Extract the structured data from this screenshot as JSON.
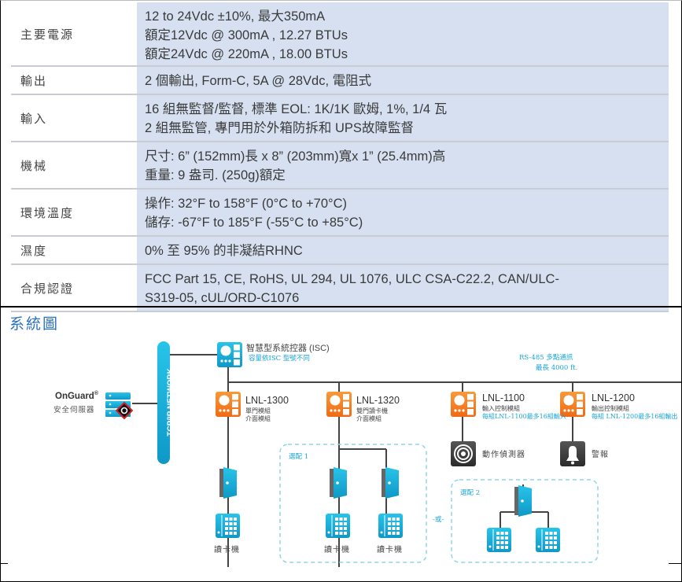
{
  "spec_table": {
    "rows": [
      {
        "label": "主要電源",
        "lines": [
          "12 to 24Vdc ±10%, 最大350mA",
          "額定12Vdc @ 300mA , 12.27 BTUs",
          "額定24Vdc @ 220mA , 18.00 BTUs"
        ]
      },
      {
        "label": "輸出",
        "lines": [
          "2 個輸出, Form-C, 5A @ 28Vdc, 電阻式"
        ]
      },
      {
        "label": "輸入",
        "lines": [
          "16 組無監督/監督, 標準 EOL: 1K/1K 歐姆, 1%, 1/4 瓦",
          "2 組無監管, 專門用於外箱防拆和 UPS故障監督"
        ]
      },
      {
        "label": "機械",
        "lines": [
          "尺寸: 6” (152mm)長 x 8” (203mm)寬x 1” (25.4mm)高",
          " 重量: 9 盎司. (250g)額定"
        ]
      },
      {
        "label": "環境溫度",
        "lines": [
          "操作: 32°F to 158°F (0°C to +70°C)",
          "儲存:  -67°F to 185°F (-55°C to +85°C)"
        ]
      },
      {
        "label": "濕度",
        "lines": [
          "0% 至 95% 的非凝結RHNC"
        ]
      },
      {
        "label": "合規認證",
        "lines": [
          "FCC Part 15, CE, RoHS, UL 294, UL 1076, ULC CSA-C22.2, CAN/ULC-",
          "S319-05, cUL/ORD-C1076"
        ]
      }
    ]
  },
  "diagram": {
    "title": "系統圖",
    "onguard": {
      "name": "OnGuard",
      "reg": "®",
      "subtitle": "安全伺服器",
      "icon": "server-icon"
    },
    "network": {
      "label": "TCP/IP NETWORK"
    },
    "isc": {
      "label": "智慧型系統控器 (ISC)",
      "note": "容量依ISC 型號不同",
      "icon": "controller-icon"
    },
    "rs485": {
      "line1": "RS-485 多點通訊",
      "line2": "最長 4000 ft."
    },
    "modules": [
      {
        "model": "LNL-1300",
        "desc1": "單門模組",
        "desc2": "介面模組",
        "note": ""
      },
      {
        "model": "LNL-1320",
        "desc1": "雙門讀卡機",
        "desc2": "介面模組",
        "note": ""
      },
      {
        "model": "LNL-1100",
        "desc1": "輸入控制模組",
        "desc2": "",
        "note": "每組LNL-1100最多16組輸入"
      },
      {
        "model": "LNL-1200",
        "desc1": "輸出控制模組",
        "desc2": "",
        "note": "每組 LNL-1200最多16組輸出"
      }
    ],
    "devices": {
      "motion": "動作偵測器",
      "alarm": "警報"
    },
    "reader_label": "讀卡機",
    "option1": "選配 1",
    "option2": "選配 2",
    "or_label": "-或-",
    "colors": {
      "blue": "#1ab4dc",
      "orange": "#f47c20",
      "title_blue": "#2a70c0",
      "table_bg": "#d6e0f1"
    }
  }
}
